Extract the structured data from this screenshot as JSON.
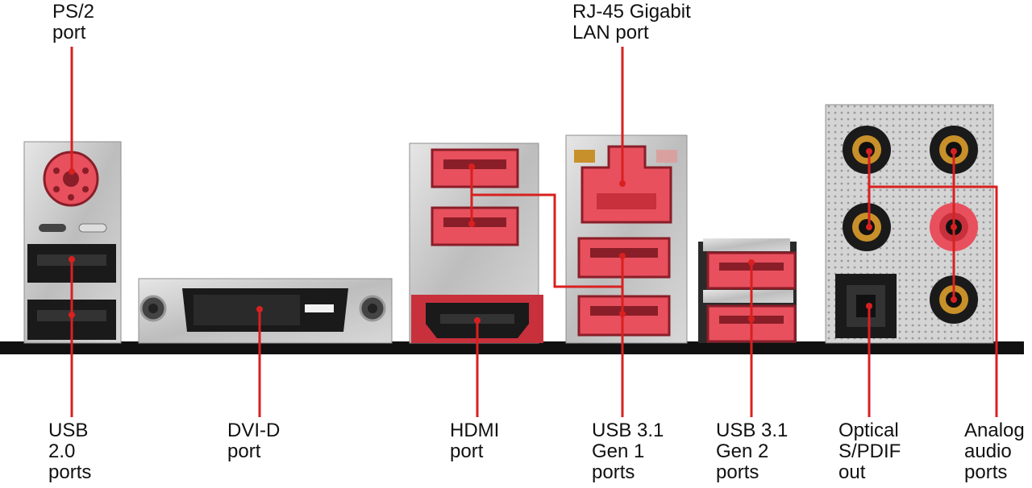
{
  "labels": {
    "ps2": [
      "PS/2",
      "port"
    ],
    "rj45": [
      "RJ-45 Gigabit",
      "LAN port"
    ],
    "usb20": [
      "USB",
      "2.0",
      "ports"
    ],
    "dvid": [
      "DVI-D",
      "port"
    ],
    "hdmi": [
      "HDMI",
      "port"
    ],
    "usb31g1": [
      "USB 3.1",
      "Gen 1",
      "ports"
    ],
    "usb31g2": [
      "USB 3.1",
      "Gen 2",
      "ports"
    ],
    "optical": [
      "Optical",
      "S/PDIF",
      "out"
    ],
    "analog": [
      "Analog",
      "audio",
      "ports"
    ]
  },
  "colors": {
    "callout": "#d92020",
    "port_red": "#e8505e",
    "port_red_dark": "#8a1e28",
    "shield": "#c9c9c9",
    "shield_dark": "#8e8e8e",
    "board": "#111111",
    "jack_gold": "#c8902a"
  }
}
